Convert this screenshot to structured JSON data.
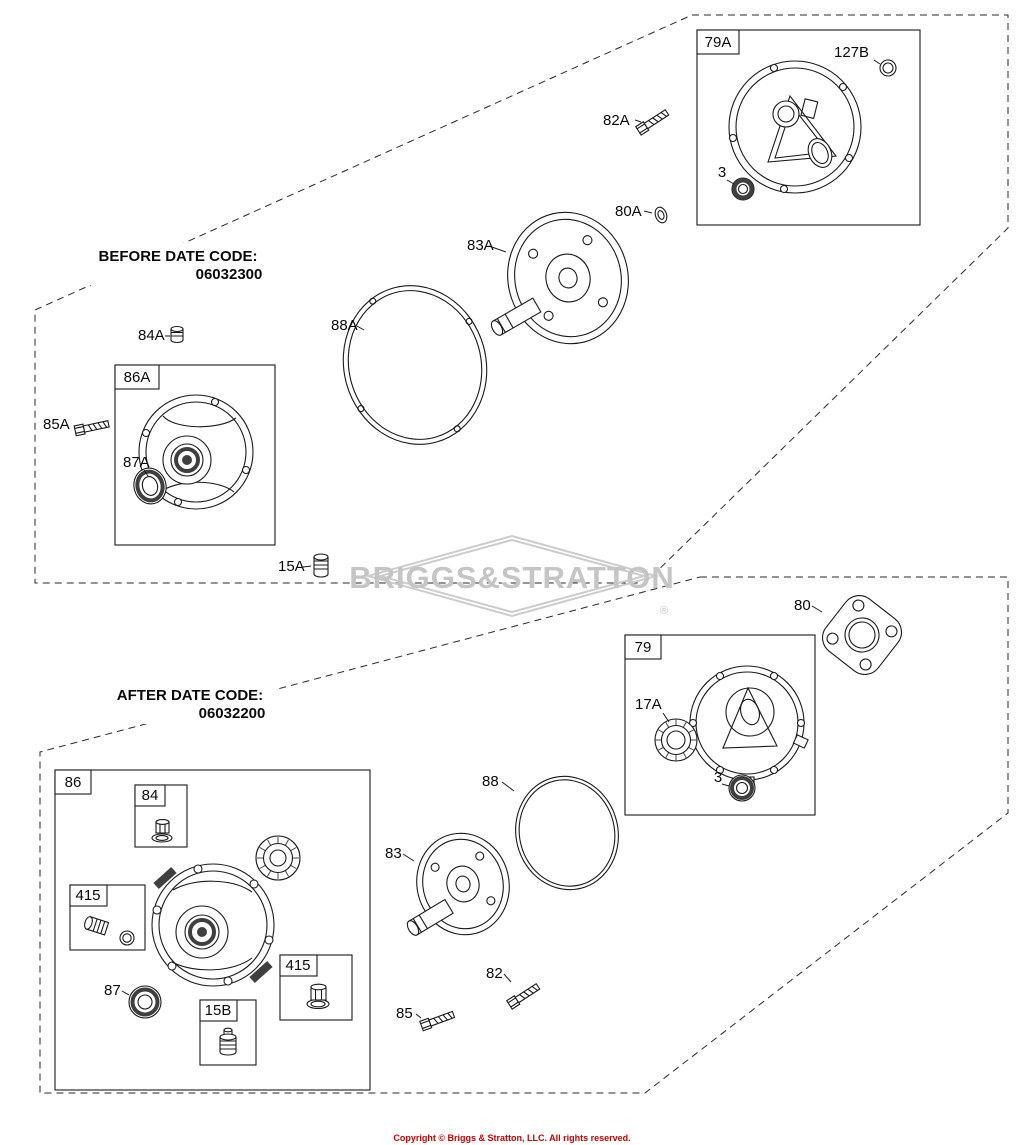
{
  "colors": {
    "line": "#1a1a1a",
    "copyright_red": "#cc0000",
    "watermark_gray": "#c5c5c5",
    "background": "#ffffff"
  },
  "headings": {
    "before_line1": "BEFORE DATE CODE:",
    "before_line2": "06032300",
    "after_line1": "AFTER DATE CODE:",
    "after_line2": "06032200"
  },
  "watermark": {
    "text": "BRIGGS&STRATTON",
    "registered": "®"
  },
  "footer": {
    "copyright": "Copyright © Briggs & Stratton, LLC. All rights reserved."
  },
  "labels": {
    "l79A": "79A",
    "l127B": "127B",
    "l3a": "3",
    "l82A": "82A",
    "l80A": "80A",
    "l83A": "83A",
    "l88A": "88A",
    "l84A": "84A",
    "l86A": "86A",
    "l85A": "85A",
    "l87A": "87A",
    "l15A": "15A",
    "l80": "80",
    "l79": "79",
    "l17A": "17A",
    "l3b": "3",
    "l88": "88",
    "l83": "83",
    "l86": "86",
    "l84": "84",
    "l415a": "415",
    "l415b": "415",
    "l87": "87",
    "l15B": "15B",
    "l82": "82",
    "l85": "85"
  }
}
